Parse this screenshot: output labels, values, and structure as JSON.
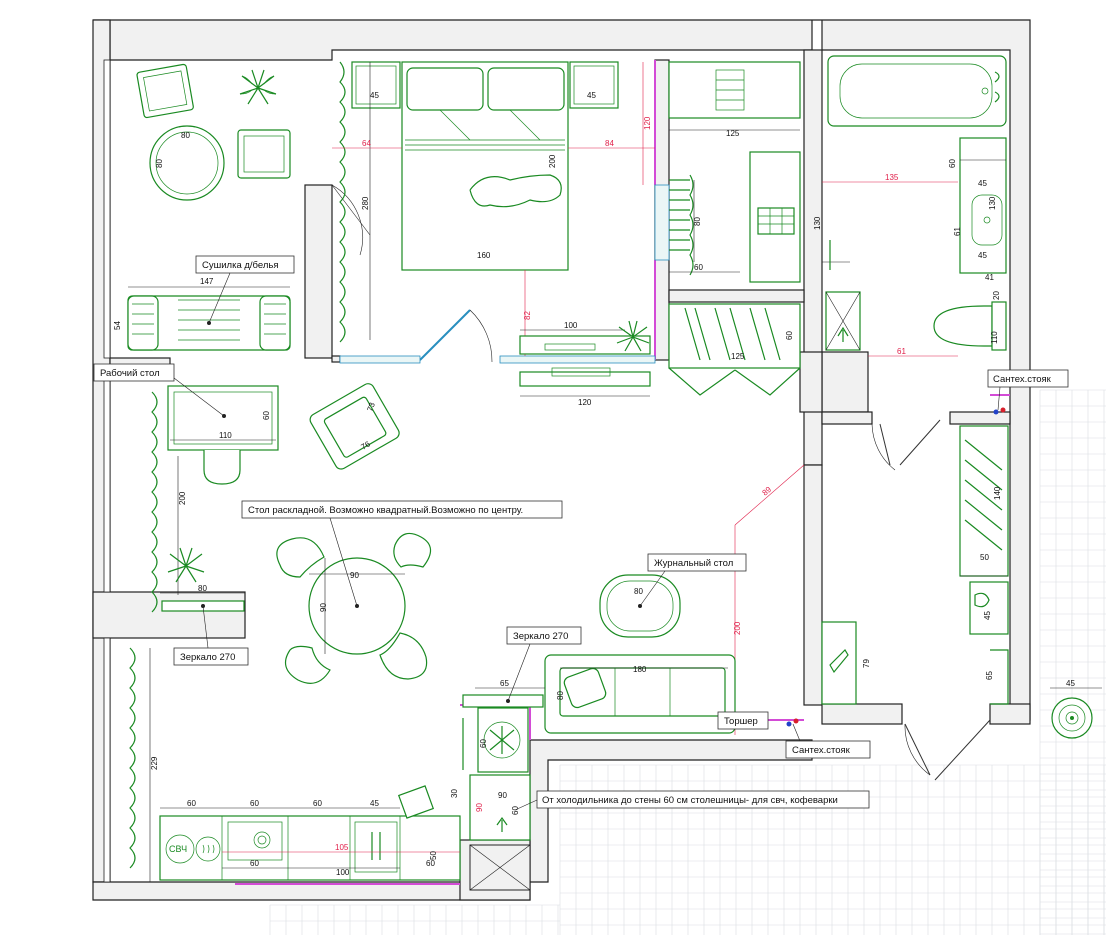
{
  "labels": {
    "dryer": "Сушилка д/белья",
    "desk": "Рабочий стол",
    "folding_table": "Стол раскладной. Возможно квадратный.Возможно по центру.",
    "coffee_table": "Журнальный стол",
    "mirror_left": "Зеркало 270",
    "mirror_center": "Зеркало 270",
    "floor_lamp": "Торшер",
    "riser_bath": "Сантех.стояк",
    "riser_kitchen": "Сантех.стояк",
    "fridge_note": "От холодильника до стены 60 см столешницы- для свч, кофеварки"
  },
  "appliance_labels": {
    "microwave": "СВЧ"
  },
  "dimensions": {
    "d45a": "45",
    "d45b": "45",
    "d64": "64",
    "d84": "84",
    "d120v": "120",
    "d200": "200",
    "d280": "280",
    "d160": "160",
    "d82": "82",
    "d100bed": "100",
    "d120tv": "120",
    "d125a": "125",
    "d80cl": "80",
    "d60cl": "60",
    "d125b": "125",
    "d60w": "60",
    "d80tab": "80",
    "d80tabv": "80",
    "d147": "147",
    "d54": "54",
    "d110desk": "110",
    "d60desk": "60",
    "d73": "73",
    "d76": "76",
    "d200left": "200",
    "d80left": "80",
    "d90": "90",
    "d90v": "90",
    "d89": "89",
    "d200mid": "200",
    "d80coffee": "80",
    "d180": "180",
    "d80sofa": "80",
    "d65": "65",
    "d60fr": "60",
    "d229": "229",
    "k60a": "60",
    "k60b": "60",
    "k60c": "60",
    "k45": "45",
    "k60d": "60",
    "k60e": "60",
    "k105": "105",
    "k100": "100",
    "k30": "30",
    "k50": "50",
    "k60f": "60",
    "k90": "90",
    "b135": "135",
    "b60": "60",
    "b45a": "45",
    "b130": "130",
    "b130v": "130",
    "b61": "61",
    "b45b": "45",
    "b41": "41",
    "b20": "20",
    "b110": "110",
    "b61h": "61",
    "b140": "140",
    "b50": "50",
    "b45c": "45",
    "b79": "79",
    "b65": "65",
    "b45ext": "45"
  }
}
